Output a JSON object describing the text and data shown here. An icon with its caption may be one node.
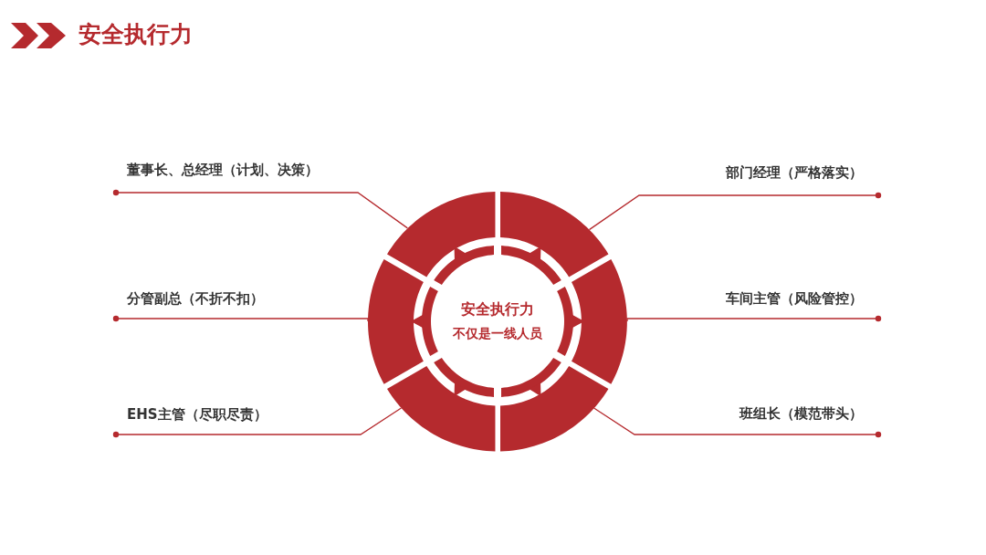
{
  "diagram": {
    "title": "安全执行力",
    "nodes": [
      {
        "text": [
          "安全执行力",
          "不仅是一线人员"
        ]
      },
      {
        "text": [],
        "shape": "arc"
      },
      {
        "text": [],
        "shape": "arc"
      },
      {
        "text": [],
        "shape": "arc"
      },
      {
        "text": [],
        "shape": "arc"
      },
      {
        "text": [],
        "shape": "arc"
      },
      {
        "text": [],
        "shape": "arc"
      },
      {
        "text": [
          "董事长、总经理（计划、决策）"
        ]
      },
      {
        "text": [
          "部门经理（严格落实）"
        ]
      },
      {
        "text": [
          "分管副总（不折不扣）"
        ]
      },
      {
        "text": [
          "车间主管（风险管控）"
        ]
      },
      {
        "text": [
          "EHS主管（尽职尽责）"
        ]
      },
      {
        "text": [
          "班组长（模范带头）"
        ]
      }
    ],
    "edges": [
      {
        "from": 7,
        "to": 1,
        "arrow": "other"
      },
      {
        "from": 8,
        "to": 2,
        "arrow": "other"
      },
      {
        "from": 9,
        "to": 3,
        "arrow": "other"
      },
      {
        "from": 10,
        "to": 4,
        "arrow": "other"
      },
      {
        "from": 11,
        "to": 5,
        "arrow": "other"
      },
      {
        "from": 12,
        "to": 6,
        "arrow": "other"
      }
    ]
  }
}
